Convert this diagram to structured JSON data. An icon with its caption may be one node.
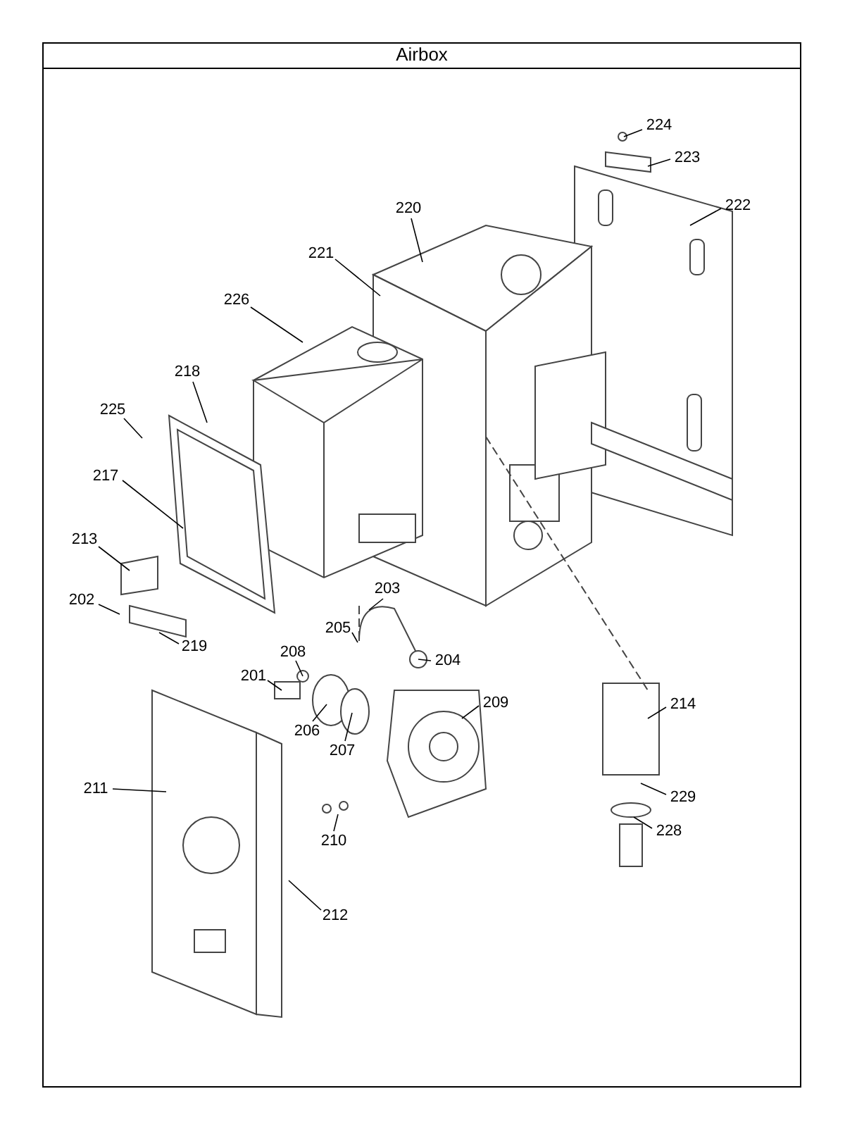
{
  "diagram": {
    "title": "Airbox",
    "nodes": [
      {
        "text": [
          "224"
        ]
      },
      {
        "text": [
          "223"
        ]
      },
      {
        "text": [
          "222"
        ]
      },
      {
        "text": [
          "220"
        ]
      },
      {
        "text": [
          "221"
        ]
      },
      {
        "text": [
          "226"
        ]
      },
      {
        "text": [
          "218"
        ]
      },
      {
        "text": [
          "225"
        ]
      },
      {
        "text": [
          "217"
        ]
      },
      {
        "text": [
          "213"
        ]
      },
      {
        "text": [
          "203"
        ]
      },
      {
        "text": [
          "202"
        ]
      },
      {
        "text": [
          "205"
        ]
      },
      {
        "text": [
          "219"
        ]
      },
      {
        "text": [
          "208"
        ]
      },
      {
        "text": [
          "204"
        ]
      },
      {
        "text": [
          "201"
        ]
      },
      {
        "text": [
          "209"
        ]
      },
      {
        "text": [
          "214"
        ]
      },
      {
        "text": [
          "206"
        ]
      },
      {
        "text": [
          "207"
        ]
      },
      {
        "text": [
          "211"
        ]
      },
      {
        "text": [
          "229"
        ]
      },
      {
        "text": [
          "228"
        ]
      },
      {
        "text": [
          "210"
        ]
      },
      {
        "text": [
          "212"
        ]
      }
    ],
    "edges": [
      {
        "from": 0,
        "to": null,
        "arrow": "none"
      },
      {
        "from": 1,
        "to": null,
        "arrow": "none"
      },
      {
        "from": 2,
        "to": null,
        "arrow": "none"
      },
      {
        "from": 3,
        "to": null,
        "arrow": "none"
      },
      {
        "from": 4,
        "to": null,
        "arrow": "none"
      },
      {
        "from": 5,
        "to": null,
        "arrow": "none"
      },
      {
        "from": 6,
        "to": null,
        "arrow": "none"
      },
      {
        "from": 7,
        "to": null,
        "arrow": "none"
      },
      {
        "from": 8,
        "to": null,
        "arrow": "none"
      },
      {
        "from": 9,
        "to": null,
        "arrow": "none"
      },
      {
        "from": 10,
        "to": null,
        "arrow": "none"
      },
      {
        "from": 11,
        "to": null,
        "arrow": "none"
      },
      {
        "from": 12,
        "to": null,
        "arrow": "none"
      },
      {
        "from": 13,
        "to": null,
        "arrow": "none"
      },
      {
        "from": 14,
        "to": null,
        "arrow": "none"
      },
      {
        "from": 15,
        "to": null,
        "arrow": "none"
      },
      {
        "from": 16,
        "to": null,
        "arrow": "none"
      },
      {
        "from": 17,
        "to": null,
        "arrow": "none"
      },
      {
        "from": 18,
        "to": null,
        "arrow": "none"
      },
      {
        "from": 19,
        "to": null,
        "arrow": "none"
      },
      {
        "from": 20,
        "to": null,
        "arrow": "none"
      },
      {
        "from": 21,
        "to": null,
        "arrow": "none"
      },
      {
        "from": 22,
        "to": null,
        "arrow": "none"
      },
      {
        "from": 23,
        "to": null,
        "arrow": "none"
      },
      {
        "from": 24,
        "to": null,
        "arrow": "none"
      },
      {
        "from": 25,
        "to": null,
        "arrow": "none"
      }
    ]
  }
}
